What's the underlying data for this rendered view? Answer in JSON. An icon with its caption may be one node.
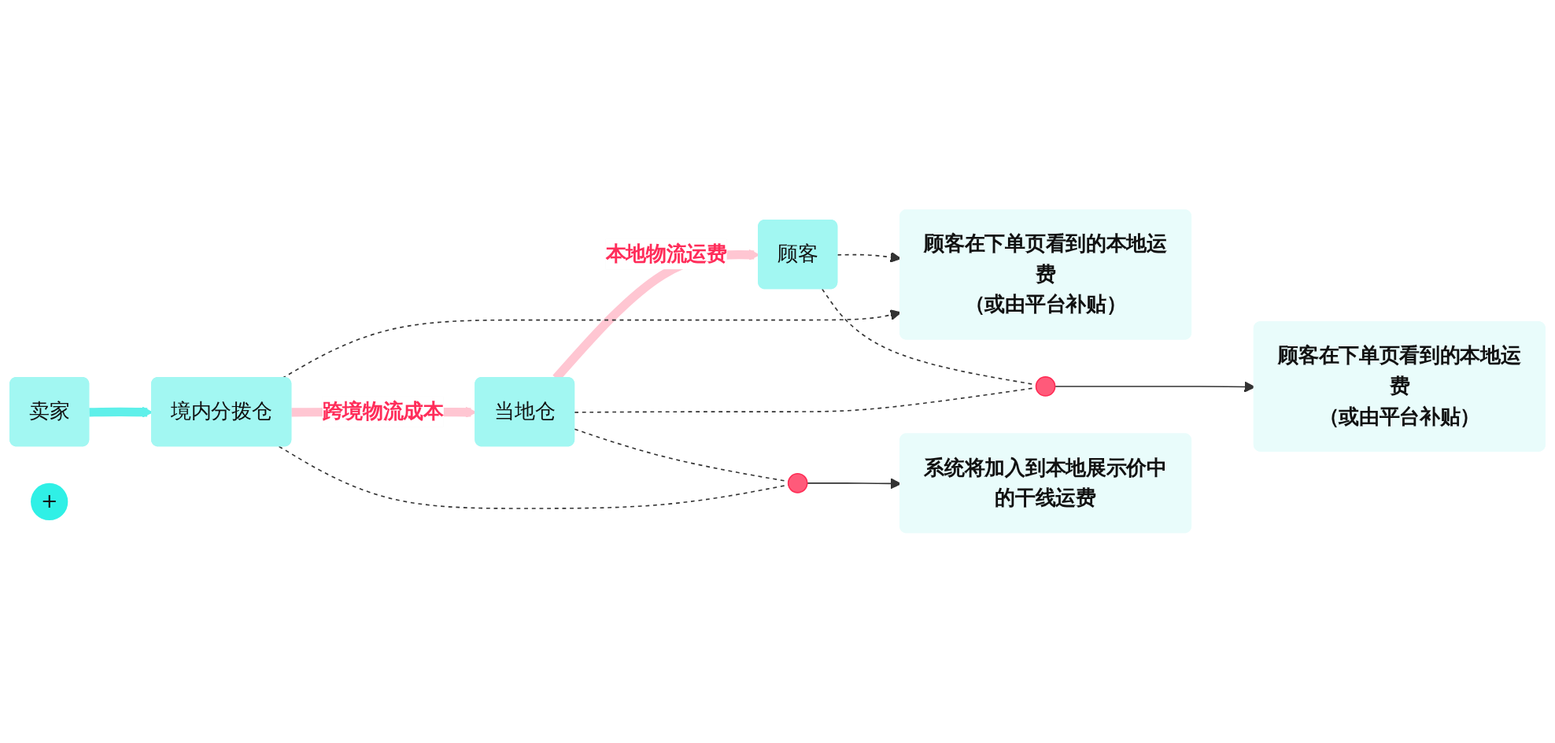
{
  "diagram": {
    "nodes": [
      {
        "text": [
          "顾客在下单页看到的本地运费",
          "（或由平台补贴）"
        ]
      },
      {
        "text": [
          "顾客"
        ]
      },
      {
        "text": [],
        "shape": "circle"
      },
      {
        "text": [
          "当地仓"
        ]
      },
      {
        "text": [],
        "shape": "circle"
      },
      {
        "text": [
          "境内分拨仓"
        ]
      },
      {
        "text": [
          "卖家"
        ]
      },
      {
        "text": [
          "顾客在下单页看到的本地运费",
          "（或由平台补贴）"
        ]
      },
      {
        "text": [
          "+"
        ]
      },
      {
        "text": [
          "系统将加入到本地展示价中的干线运费"
        ]
      }
    ],
    "edges": [
      {
        "from": 6,
        "to": 5,
        "arrow": "to",
        "style": "thick",
        "color": "#5ff0ea"
      },
      {
        "from": 5,
        "to": 3,
        "arrow": "to",
        "label": "跨境物流成本",
        "style": "thick",
        "color": "#ffc6d2"
      },
      {
        "from": 3,
        "to": 1,
        "arrow": "to",
        "label": "本地物流运费",
        "style": "thick",
        "color": "#ffc6d2"
      },
      {
        "from": 1,
        "to": 0,
        "arrow": "to",
        "style": "dashed"
      },
      {
        "from": 5,
        "to": 0,
        "arrow": "to",
        "style": "dashed"
      },
      {
        "from": 1,
        "to": 2,
        "arrow": "none",
        "style": "dashed"
      },
      {
        "from": 3,
        "to": 2,
        "arrow": "none",
        "style": "dashed"
      },
      {
        "from": 2,
        "to": 7,
        "arrow": "to"
      },
      {
        "from": 3,
        "to": 4,
        "arrow": "none",
        "style": "dashed"
      },
      {
        "from": 5,
        "to": 4,
        "arrow": "none",
        "style": "dashed"
      },
      {
        "from": 4,
        "to": 9,
        "arrow": "to"
      }
    ]
  }
}
